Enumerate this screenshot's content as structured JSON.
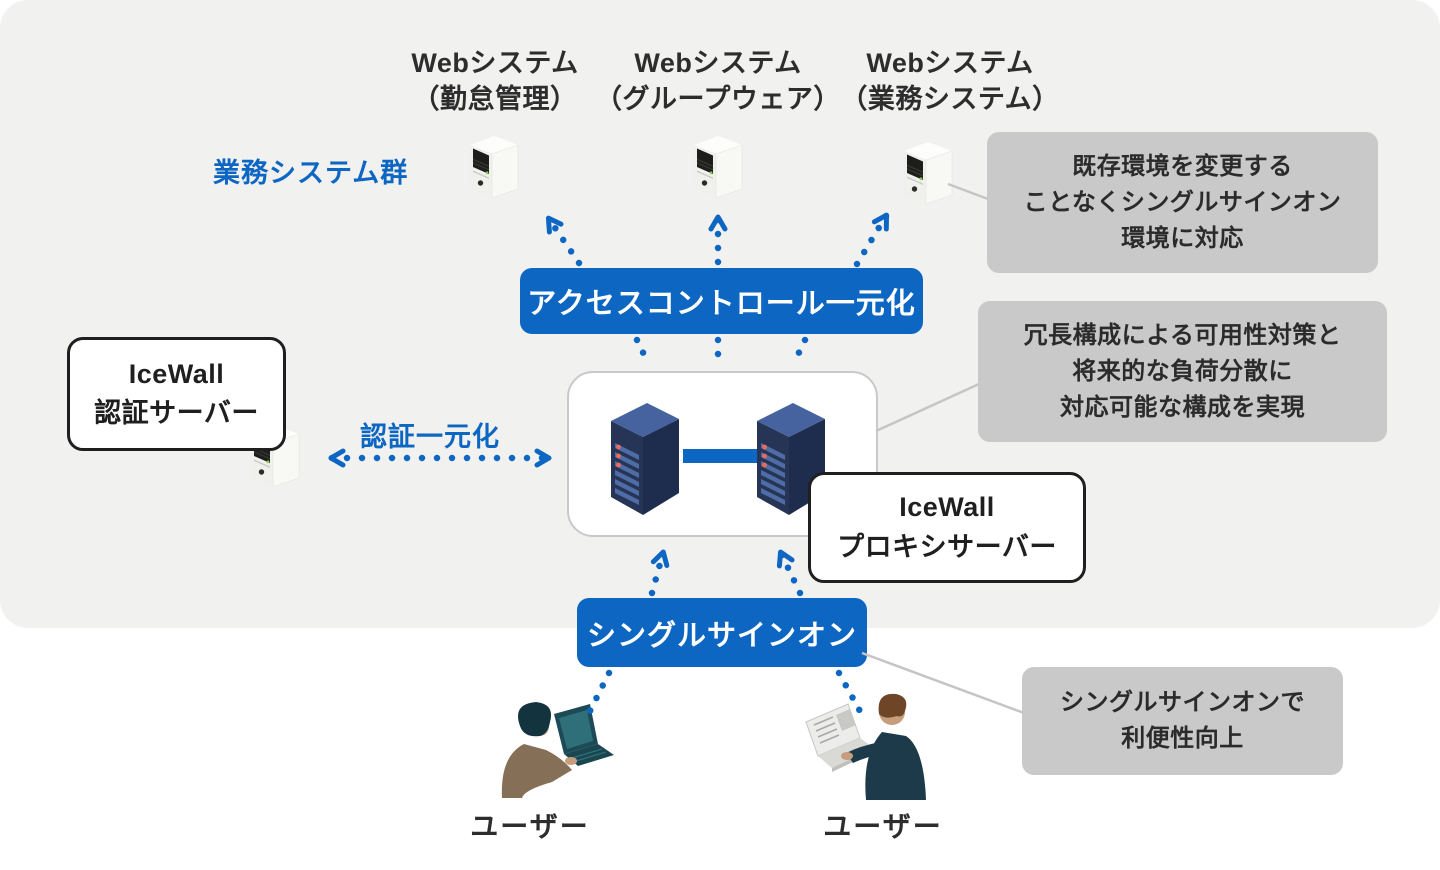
{
  "colors": {
    "accent_blue": "#0c66c2",
    "panel_bg": "#f1f1f0",
    "note_bg": "#c9c9c9",
    "server_navy": "#1e2c4e",
    "text_dark": "#2d2d2d"
  },
  "web_systems": [
    {
      "title": "Webシステム",
      "subtitle": "（勤怠管理）"
    },
    {
      "title": "Webシステム",
      "subtitle": "（グループウェア）"
    },
    {
      "title": "Webシステム",
      "subtitle": "（業務システム）"
    }
  ],
  "labels": {
    "group": "業務システム群",
    "auth_flow": "認証一元化",
    "user_left": "ユーザー",
    "user_right": "ユーザー"
  },
  "banners": {
    "access_control": "アクセスコントロール一元化",
    "sso": "シングルサインオン"
  },
  "boxes": {
    "auth_server": {
      "line1": "IceWall",
      "line2": "認証サーバー"
    },
    "proxy_server": {
      "line1": "IceWall",
      "line2": "プロキシサーバー"
    }
  },
  "notes": {
    "existing_env": {
      "lines": [
        "既存環境を変更する",
        "ことなくシングルサインオン",
        "環境に対応"
      ]
    },
    "redundancy": {
      "lines": [
        "冗長構成による可用性対策と",
        "将来的な負荷分散に",
        "対応可能な構成を実現"
      ]
    },
    "convenience": {
      "lines": [
        "シングルサインオンで",
        "利便性向上"
      ]
    }
  }
}
